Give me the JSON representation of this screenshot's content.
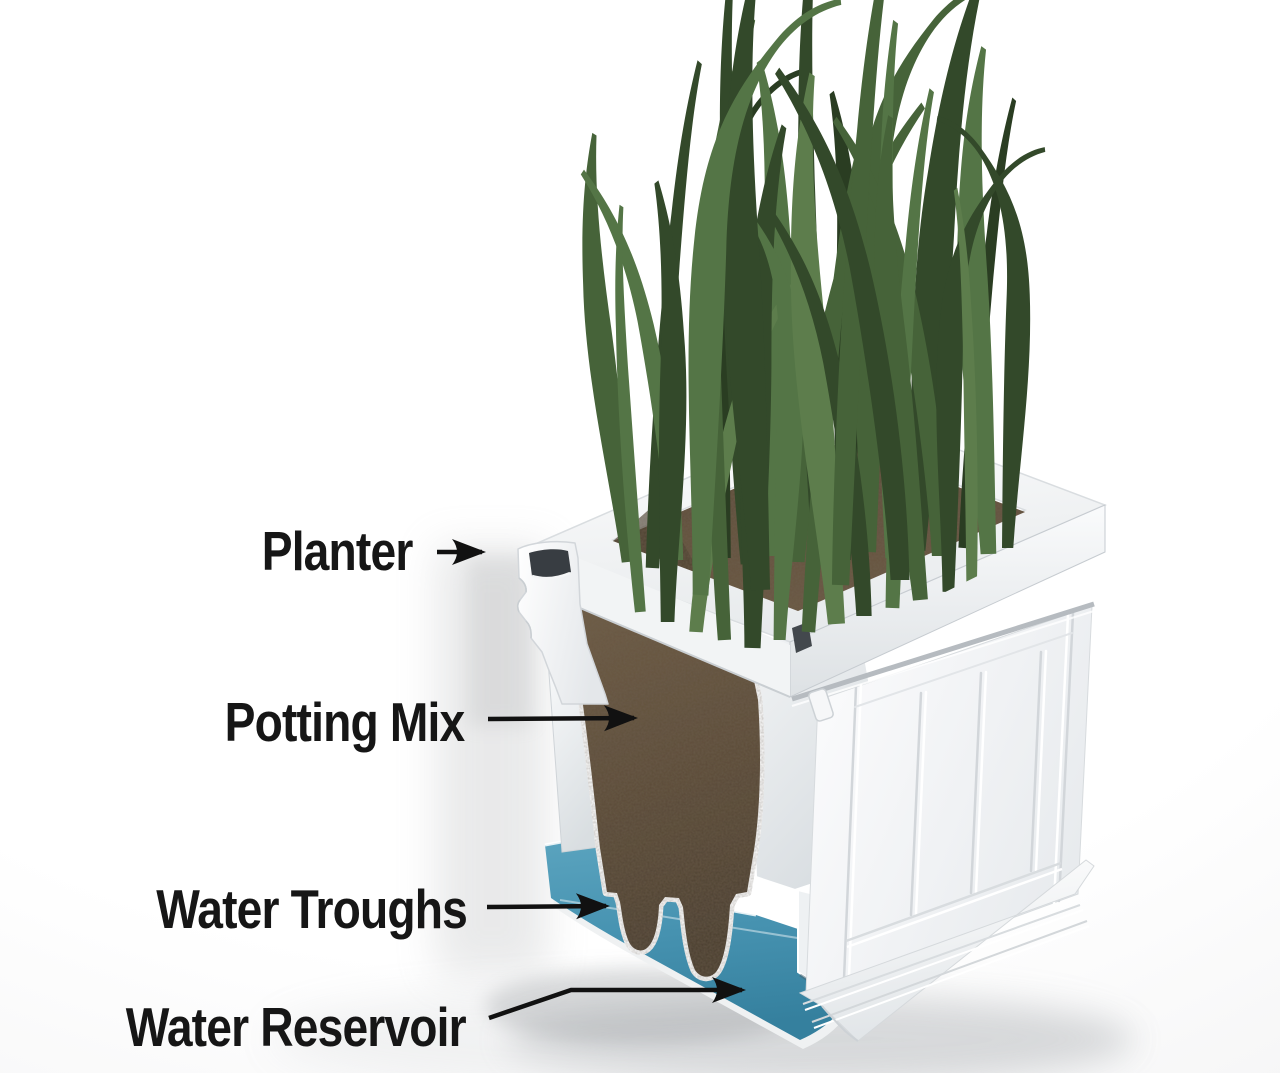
{
  "figure": {
    "subject": "Self-watering planter cutaway diagram",
    "labels": [
      {
        "id": "planter",
        "text": "Planter"
      },
      {
        "id": "potting-mix",
        "text": "Potting Mix"
      },
      {
        "id": "water-troughs",
        "text": "Water Troughs"
      },
      {
        "id": "water-reservoir",
        "text": "Water Reservoir"
      }
    ],
    "colors": {
      "annotation": "#141414",
      "water": "#4796b3",
      "soil": "#5d4d3a",
      "grass": "#4a683a",
      "planter": "#ffffff",
      "background": "#fdfdfd"
    }
  }
}
